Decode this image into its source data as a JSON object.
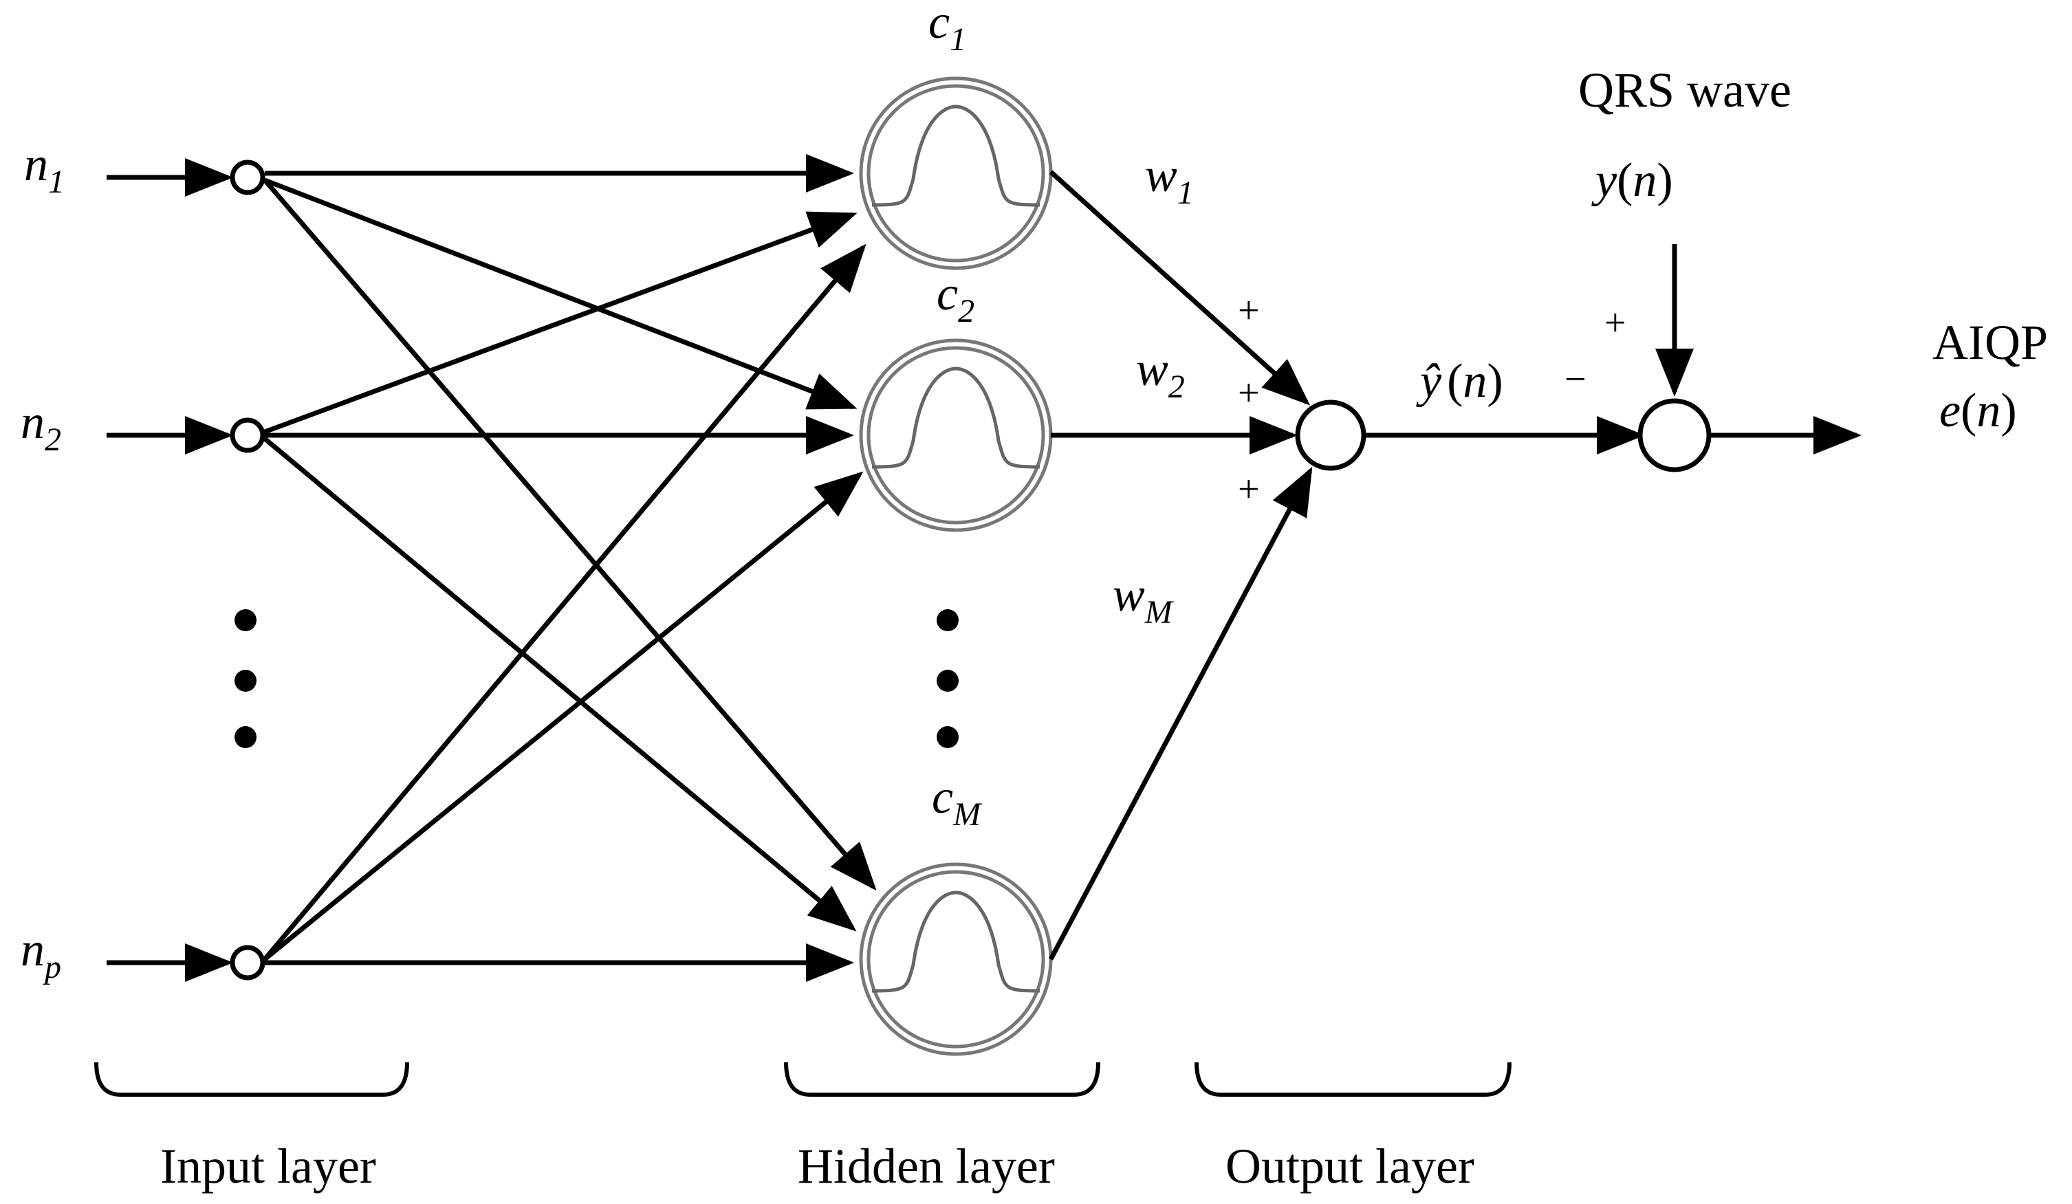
{
  "inputs": [
    {
      "base": "n",
      "sub": "1"
    },
    {
      "base": "n",
      "sub": "2"
    },
    {
      "base": "n",
      "sub": "p"
    }
  ],
  "centers": [
    {
      "base": "c",
      "sub": "1"
    },
    {
      "base": "c",
      "sub": "2"
    },
    {
      "base": "c",
      "sub": "M"
    }
  ],
  "weights": [
    {
      "base": "w",
      "sub": "1"
    },
    {
      "base": "w",
      "sub": "2"
    },
    {
      "base": "w",
      "sub": "M"
    }
  ],
  "output_sum_signs": [
    "+",
    "+",
    "+"
  ],
  "estimate": {
    "base": "ŷ",
    "arg_open": "(",
    "arg": "n",
    "arg_close": ")"
  },
  "reference": {
    "title": "QRS wave",
    "func": "y",
    "arg_open": "(",
    "arg": "n",
    "arg_close": ")"
  },
  "comparator_signs": {
    "plus": "+",
    "minus": "−"
  },
  "result": {
    "title": "AIQP",
    "func": "e",
    "arg_open": "(",
    "arg": "n",
    "arg_close": ")"
  },
  "layers": {
    "input": "Input layer",
    "hidden": "Hidden layer",
    "output": "Output layer"
  }
}
